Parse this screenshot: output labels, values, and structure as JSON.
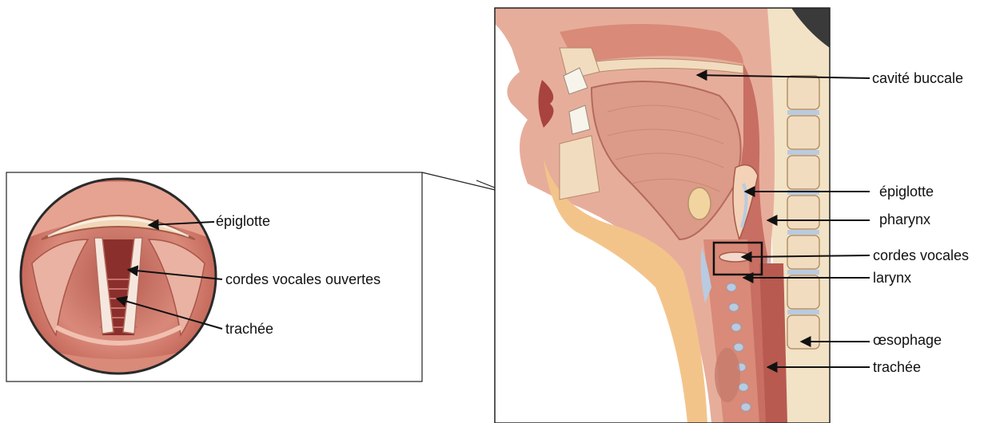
{
  "inset": {
    "labels": {
      "epiglotte": "épiglotte",
      "cordes_vocales_ouvertes": "cordes vocales ouvertes",
      "trachee": "trachée"
    }
  },
  "section": {
    "labels": {
      "cavite_buccale": "cavité buccale",
      "epiglotte": "épiglotte",
      "pharynx": "pharynx",
      "cordes_vocales": "cordes vocales",
      "larynx": "larynx",
      "oesophage": "œsophage",
      "trachee": "trachée"
    }
  },
  "colors": {
    "skin": "#f3c48a",
    "flesh": "#d98a78",
    "tissue_dark": "#a8433f",
    "cartilage": "#f1dcc0",
    "airway_blue": "#b9cbe0"
  }
}
